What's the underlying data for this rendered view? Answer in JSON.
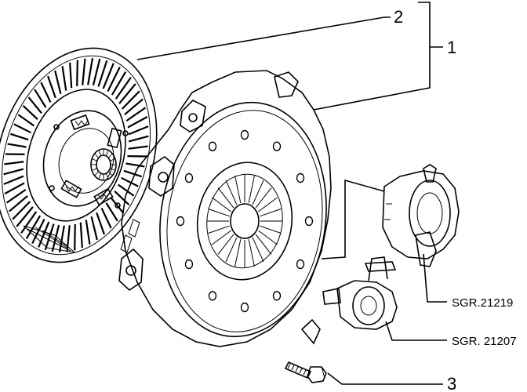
{
  "callouts": {
    "item_1": "1",
    "item_2": "2",
    "item_3": "3",
    "ref_a": "SGR.21219",
    "ref_b": "SGR. 21207"
  },
  "icons": {
    "clutch_disc": "clutch-disc-icon",
    "pressure_plate": "pressure-plate-icon",
    "release_bearing": "release-bearing-icon",
    "hydraulic_bearing": "hydraulic-release-bearing-icon",
    "bolt": "bolt-icon"
  },
  "colors": {
    "ink": "#000000",
    "paper": "#ffffff",
    "light_shade": "#dddddd"
  }
}
